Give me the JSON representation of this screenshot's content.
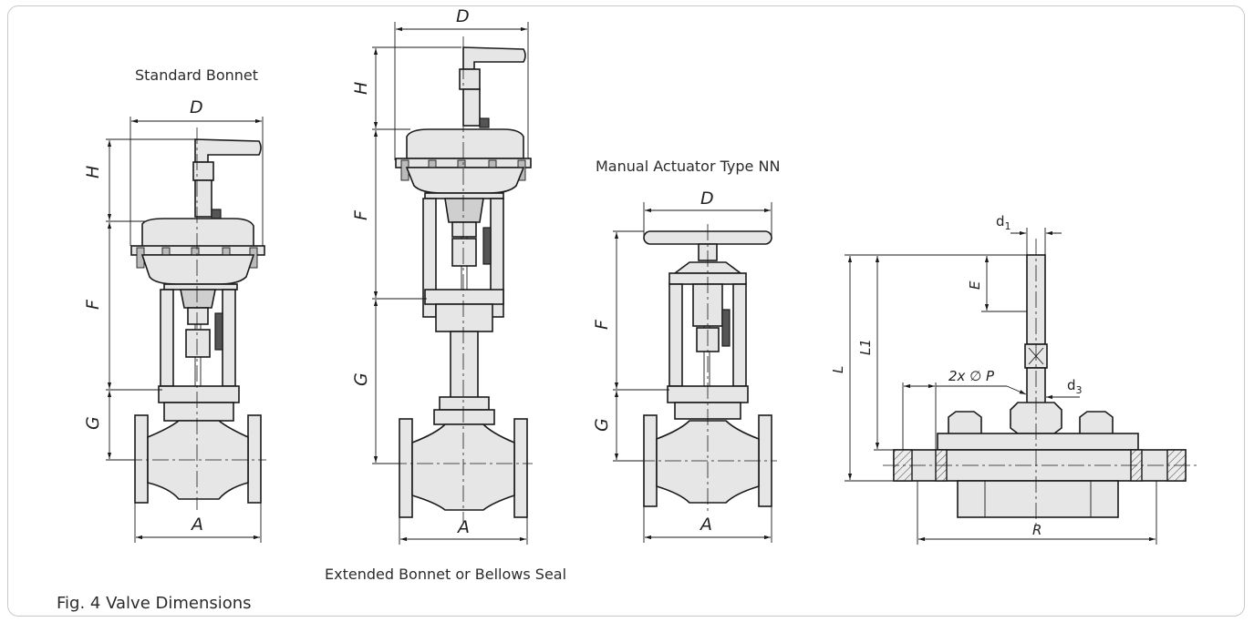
{
  "captions": {
    "standard": "Standard Bonnet",
    "extended": "Extended Bonnet or Bellows Seal",
    "manual": "Manual Actuator Type NN",
    "figure": "Fig. 4 Valve Dimensions"
  },
  "dims": {
    "A": "A",
    "D": "D",
    "H": "H",
    "F": "F",
    "G": "G",
    "E": "E",
    "L": "L",
    "L1": "L1",
    "R": "R",
    "d1": "d",
    "d1_sub": "1",
    "d3": "d",
    "d3_sub": "3",
    "P": "2x ∅ P"
  }
}
